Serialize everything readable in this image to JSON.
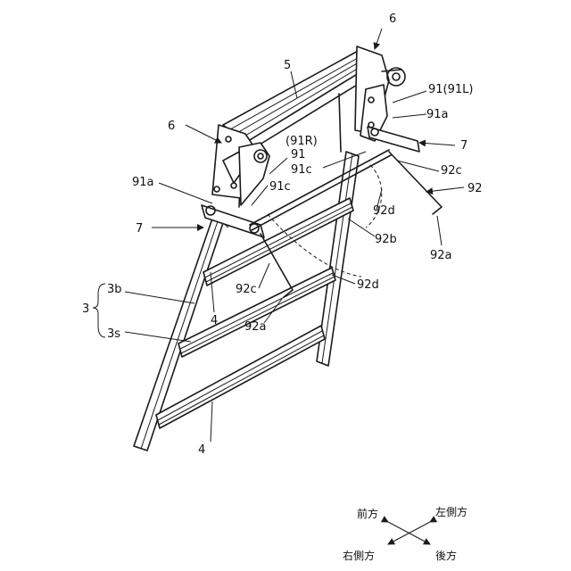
{
  "labels": {
    "l6_top": "6",
    "l5": "5",
    "l91_91L": "91(91L)",
    "l91a_right": "91a",
    "l6_left": "6",
    "l7_right": "7",
    "l91R": "(91R)",
    "l91": "91",
    "l91c_upper": "91c",
    "l92c_right": "92c",
    "l92": "92",
    "l91a_left": "91a",
    "l91c_lower": "91c",
    "l92d_upper": "92d",
    "l7_left": "7",
    "l92b": "92b",
    "l92a_right": "92a",
    "l3b": "3b",
    "l92c_left": "92c",
    "l92d_lower": "92d",
    "l3": "3",
    "l4_upper": "4",
    "l92a_left": "92a",
    "l3s": "3s",
    "l4_lower": "4"
  },
  "directions": {
    "front": "前方",
    "left_side": "左側方",
    "right_side": "右側方",
    "rear": "後方"
  }
}
